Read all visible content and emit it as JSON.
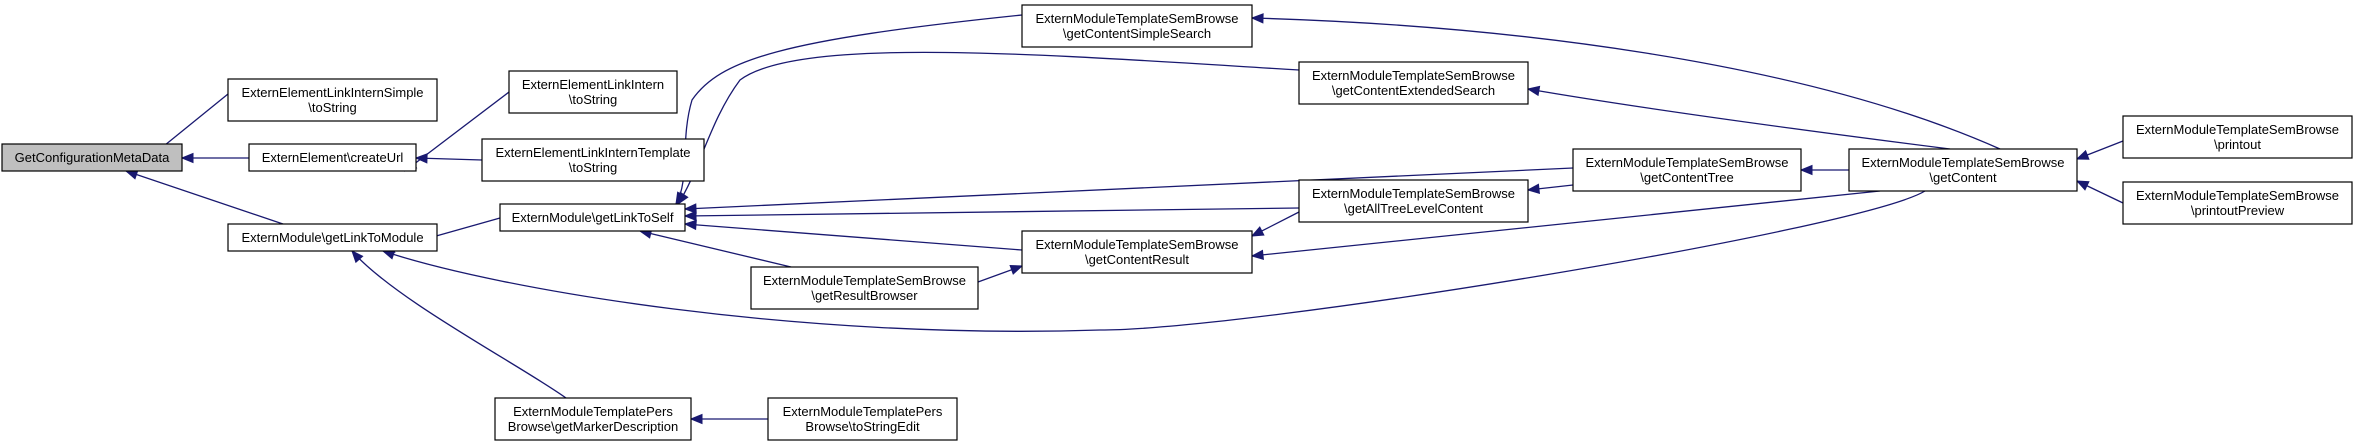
{
  "graph": {
    "edge_color": "#191970",
    "root_fill": "#bfbfbf",
    "nodes": [
      {
        "id": "n0",
        "lines": [
          "GetConfigurationMetaData"
        ],
        "root": true
      },
      {
        "id": "n1",
        "lines": [
          "ExternElementLinkInternSimple",
          "\\toString"
        ]
      },
      {
        "id": "n2",
        "lines": [
          "ExternElement\\createUrl"
        ]
      },
      {
        "id": "n3",
        "lines": [
          "ExternModule\\getLinkToModule"
        ]
      },
      {
        "id": "n4",
        "lines": [
          "ExternElementLinkIntern",
          "\\toString"
        ]
      },
      {
        "id": "n5",
        "lines": [
          "ExternElementLinkInternTemplate",
          "\\toString"
        ]
      },
      {
        "id": "n6",
        "lines": [
          "ExternModule\\getLinkToSelf"
        ]
      },
      {
        "id": "n7",
        "lines": [
          "ExternModuleTemplatePers",
          "Browse\\getMarkerDescription"
        ]
      },
      {
        "id": "n8",
        "lines": [
          "ExternModuleTemplatePers",
          "Browse\\toStringEdit"
        ]
      },
      {
        "id": "n9",
        "lines": [
          "ExternModuleTemplateSemBrowse",
          "\\getContentSimpleSearch"
        ]
      },
      {
        "id": "n10",
        "lines": [
          "ExternModuleTemplateSemBrowse",
          "\\getContentExtendedSearch"
        ]
      },
      {
        "id": "n11",
        "lines": [
          "ExternModuleTemplateSemBrowse",
          "\\getAllTreeLevelContent"
        ]
      },
      {
        "id": "n12",
        "lines": [
          "ExternModuleTemplateSemBrowse",
          "\\getContentResult"
        ]
      },
      {
        "id": "n13",
        "lines": [
          "ExternModuleTemplateSemBrowse",
          "\\getResultBrowser"
        ]
      },
      {
        "id": "n14",
        "lines": [
          "ExternModuleTemplateSemBrowse",
          "\\getContentTree"
        ]
      },
      {
        "id": "n15",
        "lines": [
          "ExternModuleTemplateSemBrowse",
          "\\getContent"
        ]
      },
      {
        "id": "n16",
        "lines": [
          "ExternModuleTemplateSemBrowse",
          "\\printout"
        ]
      },
      {
        "id": "n17",
        "lines": [
          "ExternModuleTemplateSemBrowse",
          "\\printoutPreview"
        ]
      }
    ],
    "edges": [
      {
        "from": "n1",
        "to": "n0"
      },
      {
        "from": "n2",
        "to": "n0"
      },
      {
        "from": "n3",
        "to": "n0"
      },
      {
        "from": "n4",
        "to": "n2"
      },
      {
        "from": "n5",
        "to": "n2"
      },
      {
        "from": "n6",
        "to": "n3"
      },
      {
        "from": "n7",
        "to": "n3"
      },
      {
        "from": "n15",
        "to": "n3"
      },
      {
        "from": "n8",
        "to": "n7"
      },
      {
        "from": "n9",
        "to": "n6"
      },
      {
        "from": "n10",
        "to": "n6"
      },
      {
        "from": "n14",
        "to": "n6"
      },
      {
        "from": "n11",
        "to": "n6"
      },
      {
        "from": "n12",
        "to": "n6"
      },
      {
        "from": "n13",
        "to": "n6"
      },
      {
        "from": "n13",
        "to": "n12"
      },
      {
        "from": "n11",
        "to": "n12"
      },
      {
        "from": "n15",
        "to": "n12"
      },
      {
        "from": "n14",
        "to": "n11"
      },
      {
        "from": "n15",
        "to": "n14"
      },
      {
        "from": "n15",
        "to": "n9"
      },
      {
        "from": "n15",
        "to": "n10"
      },
      {
        "from": "n16",
        "to": "n15"
      },
      {
        "from": "n17",
        "to": "n15"
      }
    ]
  }
}
